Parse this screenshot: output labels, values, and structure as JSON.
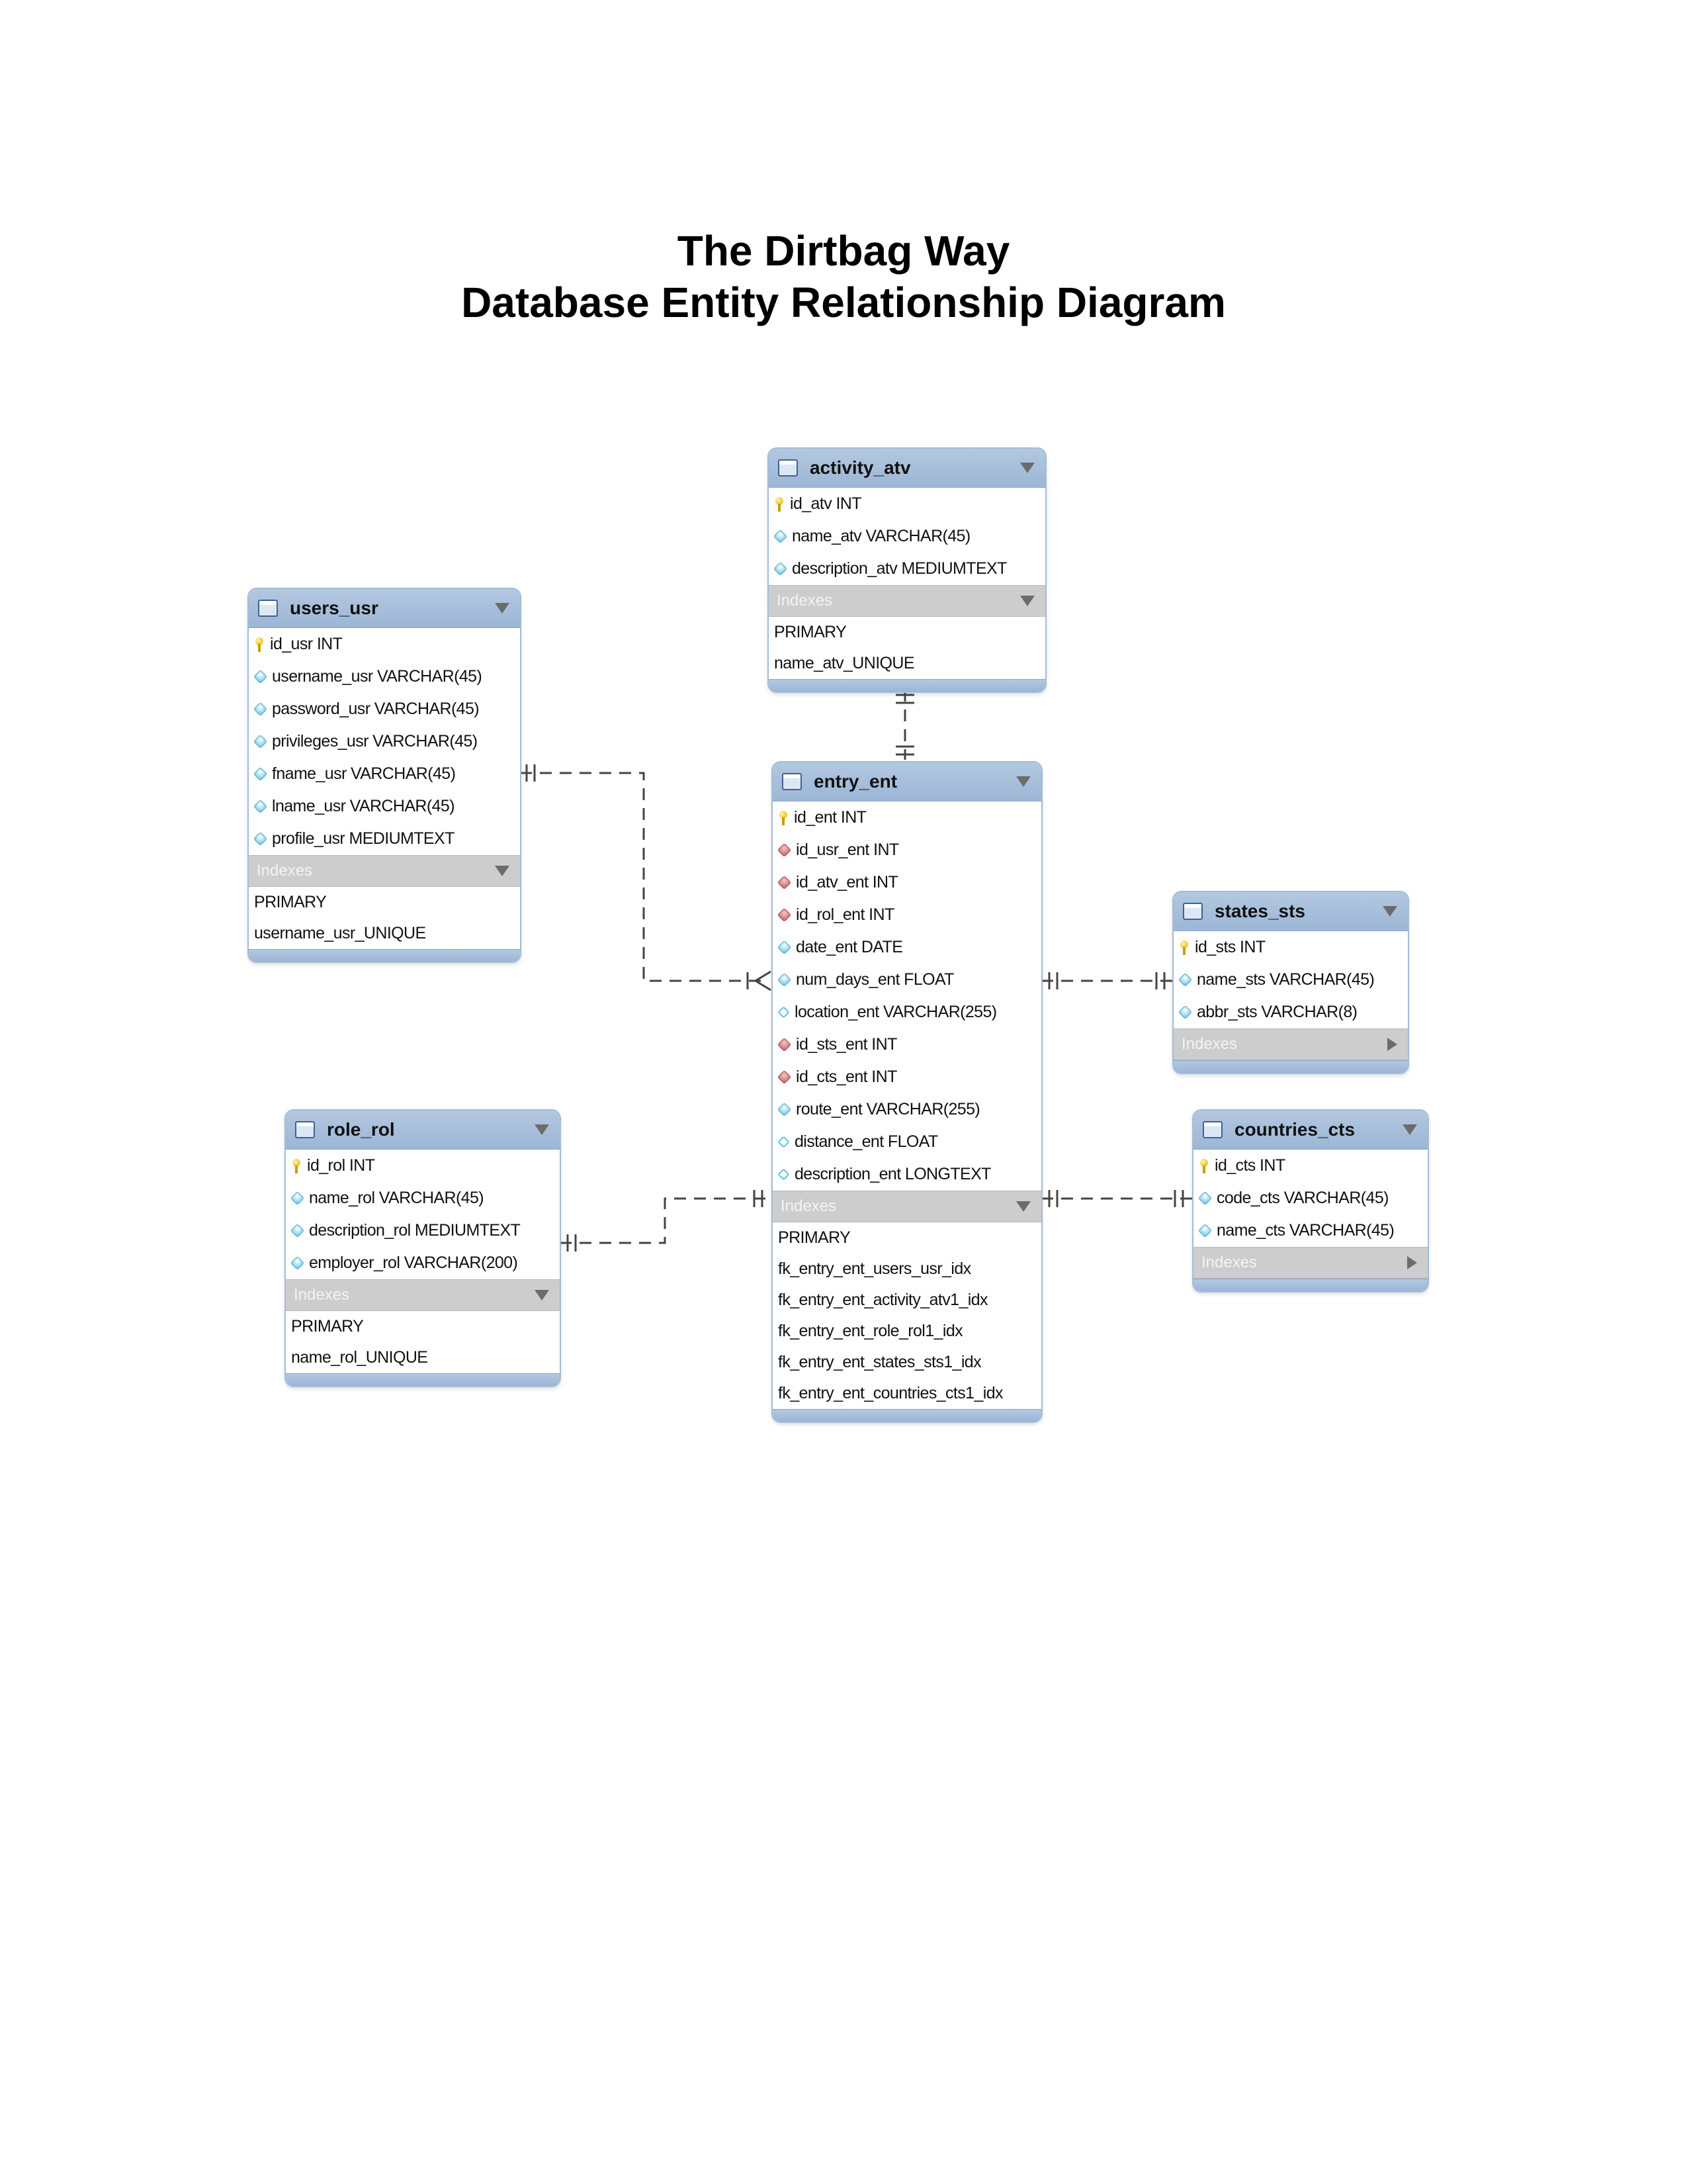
{
  "title": {
    "line1": "The Dirtbag Way",
    "line2": "Database Entity Relationship Diagram"
  },
  "entities": {
    "activity": {
      "name": "activity_atv",
      "columns": [
        {
          "text": "id_atv INT",
          "kind": "pk"
        },
        {
          "text": "name_atv VARCHAR(45)",
          "kind": "col"
        },
        {
          "text": "description_atv MEDIUMTEXT",
          "kind": "col"
        }
      ],
      "indexes_label": "Indexes",
      "indexes": [
        "PRIMARY",
        "name_atv_UNIQUE"
      ]
    },
    "users": {
      "name": "users_usr",
      "columns": [
        {
          "text": "id_usr INT",
          "kind": "pk"
        },
        {
          "text": "username_usr VARCHAR(45)",
          "kind": "col"
        },
        {
          "text": "password_usr VARCHAR(45)",
          "kind": "col"
        },
        {
          "text": "privileges_usr VARCHAR(45)",
          "kind": "col"
        },
        {
          "text": "fname_usr VARCHAR(45)",
          "kind": "col"
        },
        {
          "text": "lname_usr VARCHAR(45)",
          "kind": "col"
        },
        {
          "text": "profile_usr MEDIUMTEXT",
          "kind": "col"
        }
      ],
      "indexes_label": "Indexes",
      "indexes": [
        "PRIMARY",
        "username_usr_UNIQUE"
      ]
    },
    "entry": {
      "name": "entry_ent",
      "columns": [
        {
          "text": "id_ent INT",
          "kind": "pk"
        },
        {
          "text": "id_usr_ent INT",
          "kind": "fk"
        },
        {
          "text": "id_atv_ent INT",
          "kind": "fk"
        },
        {
          "text": "id_rol_ent INT",
          "kind": "fk"
        },
        {
          "text": "date_ent DATE",
          "kind": "col"
        },
        {
          "text": "num_days_ent FLOAT",
          "kind": "col"
        },
        {
          "text": "location_ent VARCHAR(255)",
          "kind": "nullable"
        },
        {
          "text": "id_sts_ent INT",
          "kind": "fk"
        },
        {
          "text": "id_cts_ent INT",
          "kind": "fk"
        },
        {
          "text": "route_ent VARCHAR(255)",
          "kind": "col"
        },
        {
          "text": "distance_ent FLOAT",
          "kind": "nullable"
        },
        {
          "text": "description_ent LONGTEXT",
          "kind": "nullable"
        }
      ],
      "indexes_label": "Indexes",
      "indexes": [
        "PRIMARY",
        "fk_entry_ent_users_usr_idx",
        "fk_entry_ent_activity_atv1_idx",
        "fk_entry_ent_role_rol1_idx",
        "fk_entry_ent_states_sts1_idx",
        "fk_entry_ent_countries_cts1_idx"
      ]
    },
    "states": {
      "name": "states_sts",
      "columns": [
        {
          "text": "id_sts INT",
          "kind": "pk"
        },
        {
          "text": "name_sts VARCHAR(45)",
          "kind": "col"
        },
        {
          "text": "abbr_sts VARCHAR(8)",
          "kind": "col"
        }
      ],
      "indexes_label": "Indexes",
      "indexes": []
    },
    "role": {
      "name": "role_rol",
      "columns": [
        {
          "text": "id_rol INT",
          "kind": "pk"
        },
        {
          "text": "name_rol VARCHAR(45)",
          "kind": "col"
        },
        {
          "text": "description_rol MEDIUMTEXT",
          "kind": "col"
        },
        {
          "text": "employer_rol VARCHAR(200)",
          "kind": "col"
        }
      ],
      "indexes_label": "Indexes",
      "indexes": [
        "PRIMARY",
        "name_rol_UNIQUE"
      ]
    },
    "countries": {
      "name": "countries_cts",
      "columns": [
        {
          "text": "id_cts INT",
          "kind": "pk"
        },
        {
          "text": "code_cts VARCHAR(45)",
          "kind": "col"
        },
        {
          "text": "name_cts VARCHAR(45)",
          "kind": "col"
        }
      ],
      "indexes_label": "Indexes",
      "indexes": []
    }
  },
  "icons": {
    "table": "table-icon",
    "pk": "primary-key-icon",
    "col": "column-icon",
    "fk": "foreign-key-icon",
    "nullable": "nullable-column-icon",
    "expanded": "collapse-triangle-icon",
    "collapsed": "expand-triangle-icon"
  },
  "colors": {
    "header": "#a5bcd6",
    "indexes_bar": "#cdcdcd",
    "link": "#444444"
  }
}
